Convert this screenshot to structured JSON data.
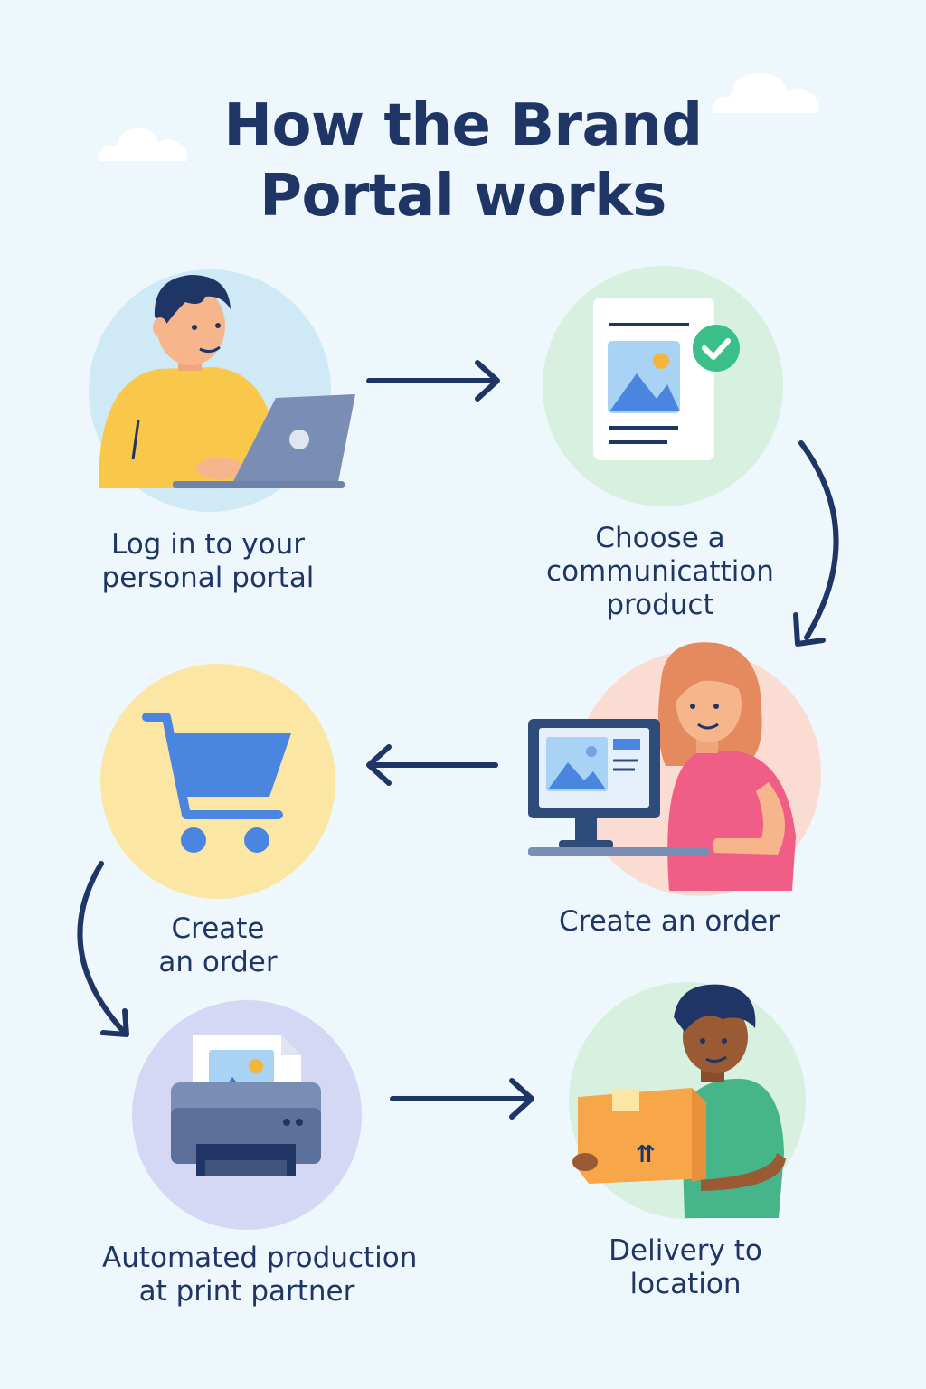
{
  "header": {
    "title_line1": "How the Brand",
    "title_line2": "Portal works"
  },
  "steps": [
    {
      "line1": "Log in to your",
      "line2": "personal portal",
      "icon": "person-laptop-icon"
    },
    {
      "line1": "Choose a",
      "line2": "communicattion",
      "line3": "product",
      "icon": "document-check-icon"
    },
    {
      "line1": "Create an order",
      "icon": "person-desktop-icon"
    },
    {
      "line1": "Create",
      "line2": "an order",
      "icon": "shopping-cart-icon"
    },
    {
      "line1": "Automated production",
      "line2": "at print partner",
      "icon": "printer-icon"
    },
    {
      "line1": "Delivery to",
      "line2": "location",
      "icon": "person-box-icon"
    }
  ],
  "colors": {
    "background": "#eef7fb",
    "text": "#1f3566",
    "circle_blue": "#cfe9f7",
    "circle_green": "#d8f0e0",
    "circle_peach": "#fbdcd2",
    "circle_yellow": "#fbe6a3",
    "circle_lavender": "#d4d8f5",
    "accent_blue": "#4a86e0"
  }
}
